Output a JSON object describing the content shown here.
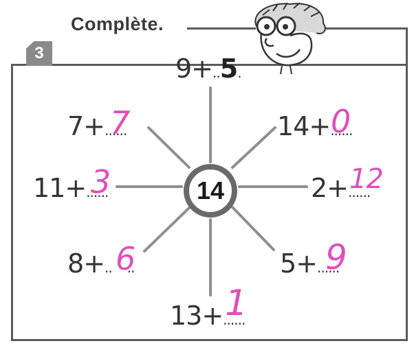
{
  "exercise_number": "3",
  "instruction": "Complète.",
  "center_value": "14",
  "equations": [
    {
      "id": "top",
      "left": "9+",
      "dots": "..",
      "answer": "5",
      "trail": ".",
      "printed": true
    },
    {
      "id": "top-left",
      "left": "7+",
      "dots": "......",
      "answer": "7",
      "trail": "",
      "printed": false
    },
    {
      "id": "top-right",
      "left": "14+",
      "dots": "......",
      "answer": "0",
      "trail": "",
      "printed": false
    },
    {
      "id": "left",
      "left": "11+",
      "dots": "......",
      "answer": "3",
      "trail": "",
      "printed": false
    },
    {
      "id": "right",
      "left": "2+",
      "dots": "......",
      "answer": "12",
      "trail": "",
      "printed": false
    },
    {
      "id": "bottom-left",
      "left": "8+",
      "dots": "..",
      "answer": "6",
      "trail": "..",
      "printed": false
    },
    {
      "id": "bottom-right",
      "left": "5+",
      "dots": "......",
      "answer": "9",
      "trail": "",
      "printed": false
    },
    {
      "id": "bottom",
      "left": "13+",
      "dots": "......",
      "answer": "1",
      "trail": "",
      "printed": false
    }
  ],
  "colors": {
    "handwriting": "#e04fb8",
    "ink": "#333333",
    "frame": "#5a5a5a",
    "badge": "#8a8a8a"
  },
  "icons": {
    "mascot": "cartoon-face-with-glasses-icon"
  }
}
